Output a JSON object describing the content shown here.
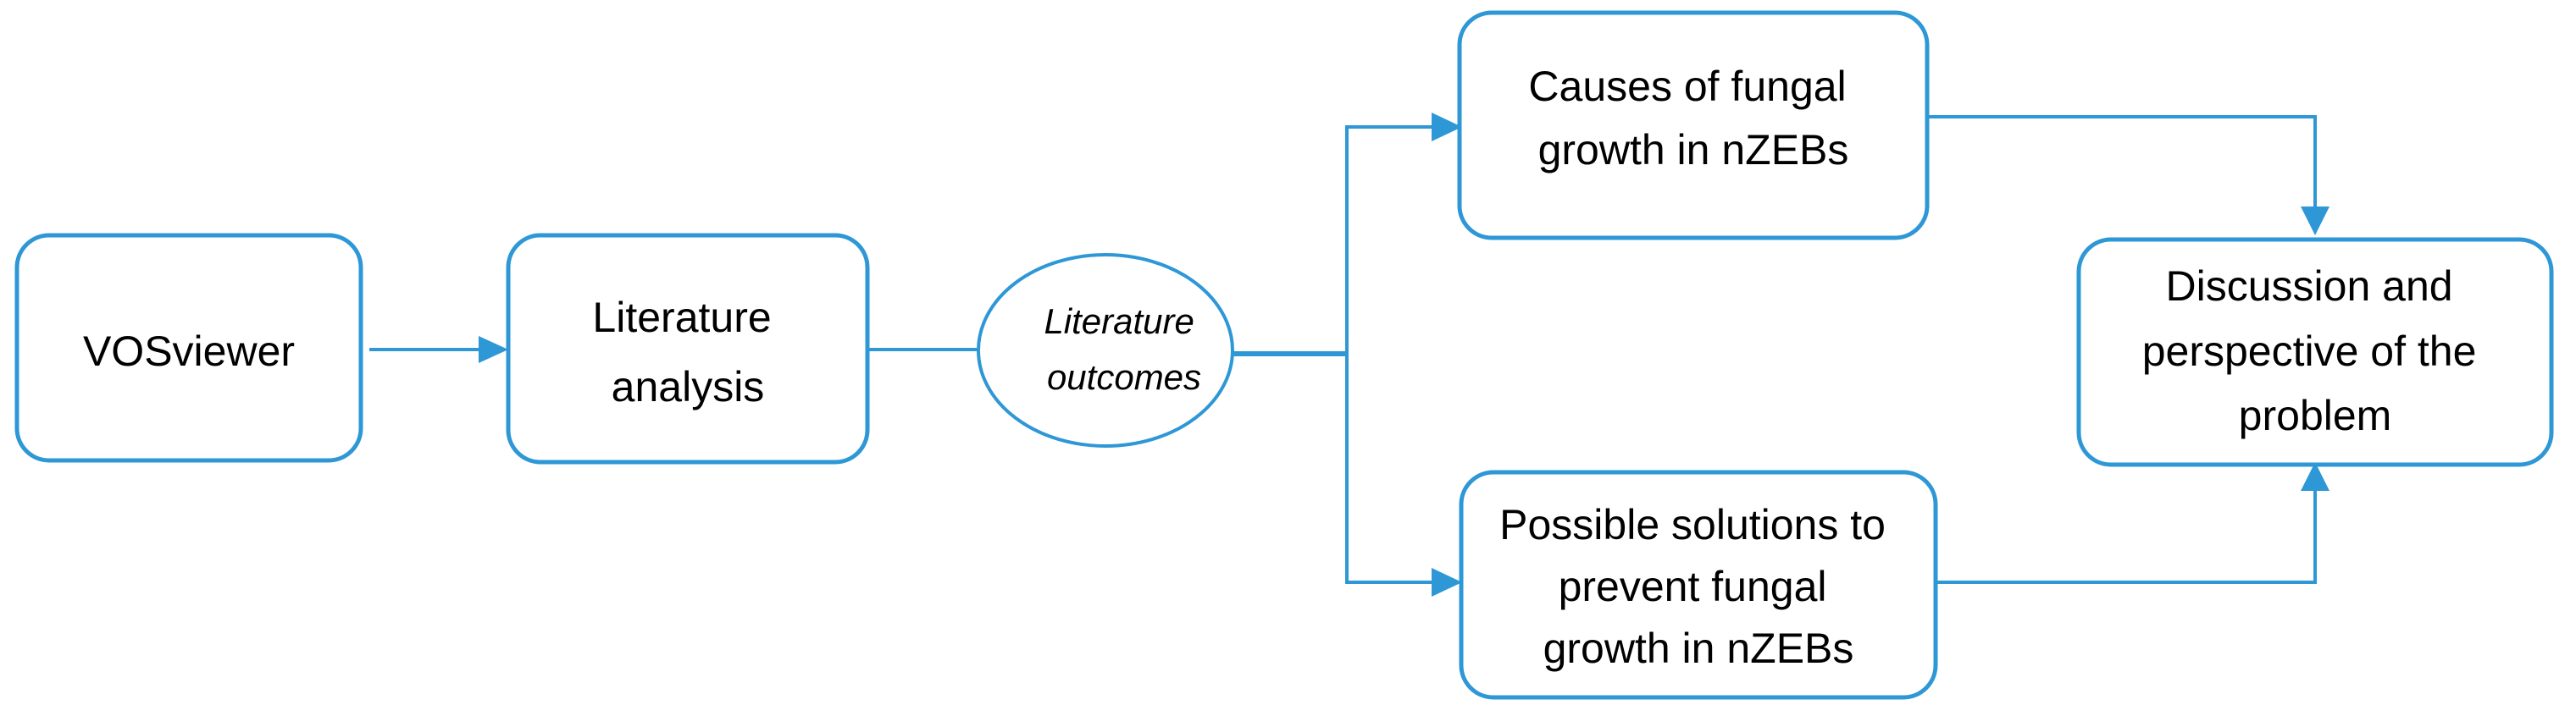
{
  "colors": {
    "accent": "#2e97d6",
    "text": "#000000",
    "background": "#ffffff"
  },
  "nodes": {
    "vosviewer": {
      "lines": [
        "VOSviewer"
      ]
    },
    "literature_analysis": {
      "lines": [
        "Literature",
        "analysis"
      ]
    },
    "literature_outcomes": {
      "lines": [
        "Literature",
        "outcomes"
      ]
    },
    "causes": {
      "lines": [
        "Causes of fungal",
        "growth in nZEBs"
      ]
    },
    "solutions": {
      "lines": [
        "Possible solutions to",
        "prevent fungal",
        "growth in nZEBs"
      ]
    },
    "discussion": {
      "lines": [
        "Discussion and",
        "perspective of the",
        "problem"
      ]
    }
  }
}
